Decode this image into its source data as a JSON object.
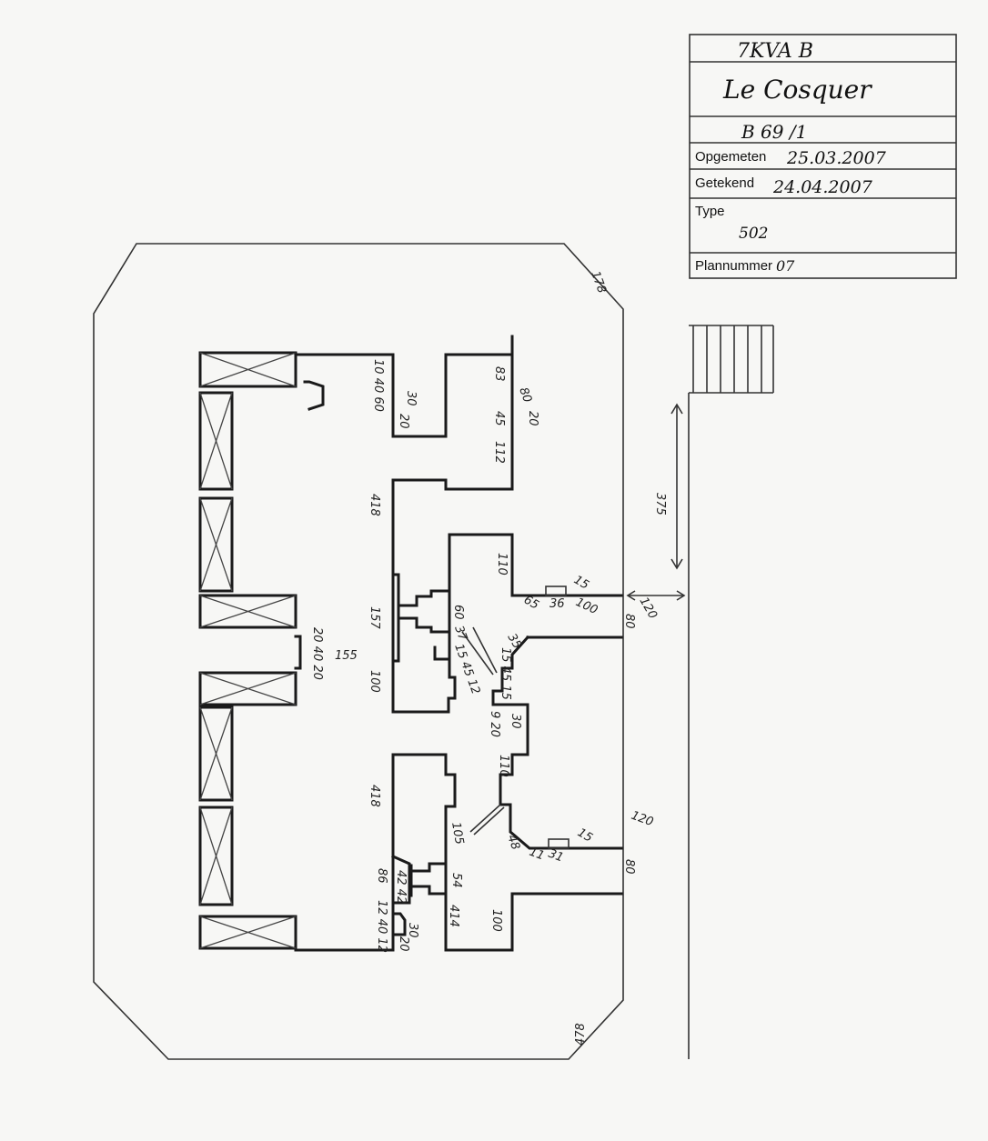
{
  "title_block": {
    "code": "7KVA B",
    "site": "Le Cosquer",
    "reference": "B 69 /1",
    "surveyed_label": "Opgemeten",
    "surveyed_date": "25.03.2007",
    "drawn_label": "Getekend",
    "drawn_date": "24.04.2007",
    "type_label": "Type",
    "type_value": "502",
    "plan_number_label": "Plannummer",
    "plan_number_value": "07"
  },
  "dimensions": {
    "outer_top_right": "178",
    "outer_bottom_right": "478",
    "ramp_length": "375",
    "ramp_width": "120",
    "entrance_center": "155",
    "entrance_niche": "20 40 20",
    "top_room_left": "10 40 60",
    "top_room_niche": "30",
    "top_room_niche_b": "20",
    "top_room_right_a": "83",
    "top_room_right_b": "45",
    "top_room_right_c": "112",
    "top_room_niche_right": "80",
    "top_room_niche_right_b": "20",
    "corridor_upper_left": "418",
    "upper_wall_a": "157",
    "upper_wall_b": "100",
    "upper_block_a": "110",
    "upper_block_b": "60",
    "upper_block_c": "37",
    "upper_block_d": "15 45 12",
    "upper_exit_a": "65",
    "upper_exit_b": "36",
    "upper_exit_c": "100",
    "upper_exit_d": "15",
    "upper_exit_width": "80",
    "upper_step": "35",
    "upper_step_b": "15 45 15",
    "center_a": "9 20",
    "center_b": "30",
    "center_c": "110",
    "lower_left": "418",
    "lower_a": "105",
    "lower_b": "48",
    "lower_c": "11",
    "lower_d": "31",
    "lower_e": "15",
    "lower_exit_width": "120",
    "lower_exit_b": "80",
    "lower_f": "86",
    "lower_g": "42 42",
    "lower_h": "12 40 12",
    "lower_i": "30",
    "lower_j": "20",
    "lower_k": "54",
    "lower_l": "414",
    "lower_m": "100"
  }
}
